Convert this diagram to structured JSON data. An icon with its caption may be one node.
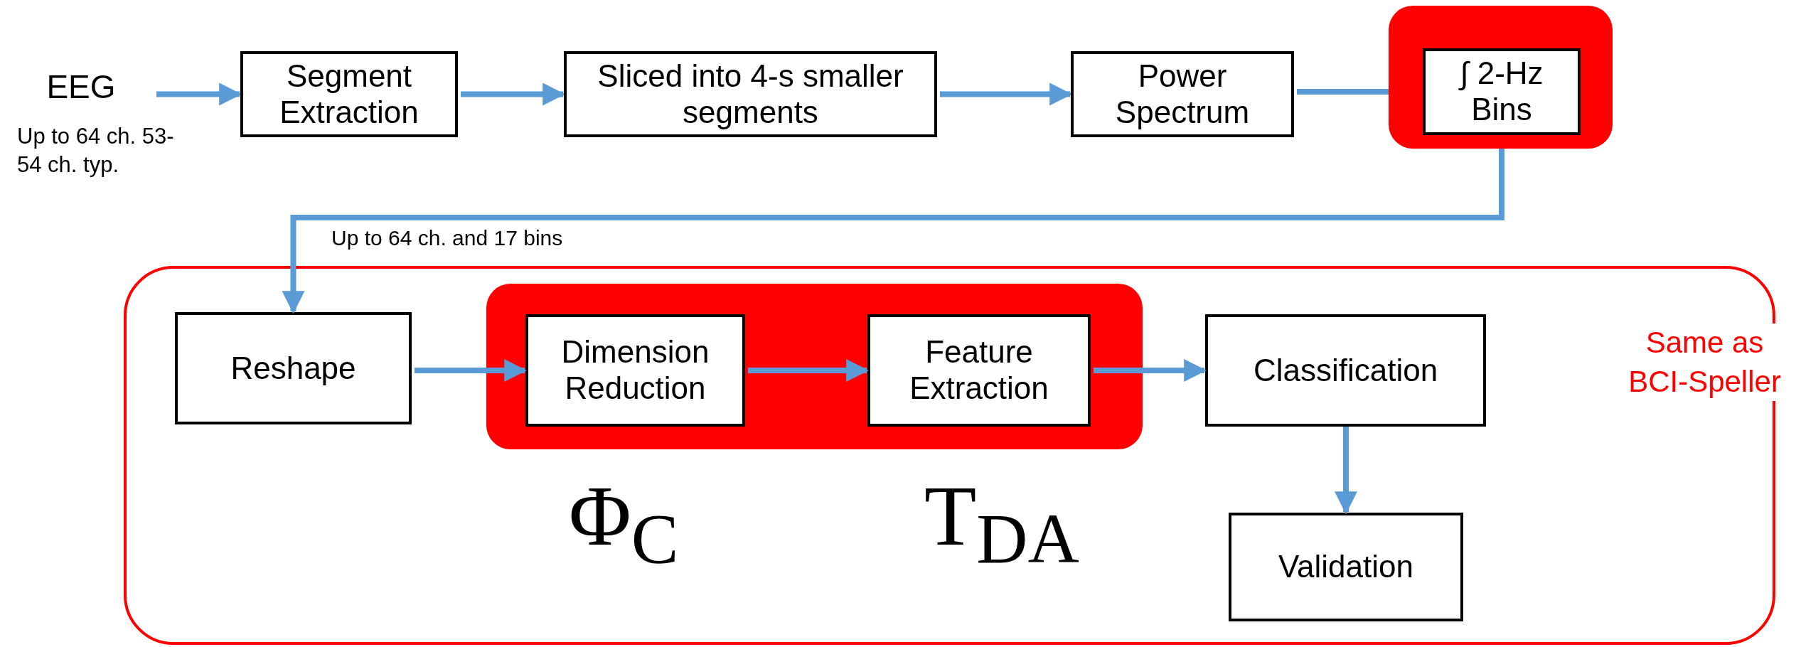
{
  "diagram": {
    "nodes": [
      {
        "text": [
          "EEG"
        ],
        "beside": [
          "Up to 64 ch. 53-54 ch. typ."
        ]
      },
      {
        "text": [
          "Segment Extraction"
        ]
      },
      {
        "text": [
          "Sliced into 4-s smaller segments"
        ]
      },
      {
        "text": [
          "Power Spectrum"
        ]
      },
      {
        "text": [],
        "shape": "box"
      },
      {
        "text": [
          "∫ 2-Hz Bins"
        ],
        "in": 4
      },
      {
        "text": [],
        "shape": "box"
      },
      {
        "text": [
          "Reshape"
        ],
        "in": 6
      },
      {
        "text": [],
        "shape": "box",
        "in": 6
      },
      {
        "text": [
          "Dimension Reduction"
        ],
        "in": 8
      },
      {
        "text": [
          "Feature Extraction"
        ],
        "in": 8
      },
      {
        "text": [
          "Classification"
        ],
        "in": 6
      },
      {
        "text": [
          "Validation"
        ],
        "in": 6
      }
    ],
    "edges": [
      {
        "from": 0,
        "to": 1,
        "arrow": "to"
      },
      {
        "from": 1,
        "to": 2,
        "arrow": "to"
      },
      {
        "from": 2,
        "to": 3,
        "arrow": "to"
      },
      {
        "from": 3,
        "to": 5,
        "arrow": "to"
      },
      {
        "from": 5,
        "to": 7,
        "arrow": "to",
        "label": "Up to 64 ch. and 17 bins"
      },
      {
        "from": 7,
        "to": 9,
        "arrow": "to"
      },
      {
        "from": 9,
        "to": 10,
        "arrow": "to"
      },
      {
        "from": 10,
        "to": 11,
        "arrow": "to"
      },
      {
        "from": 11,
        "to": 12,
        "arrow": "to"
      }
    ],
    "labels": [
      "Same as BCI-Speller",
      "Φ$_{C}$",
      "T$_{DA}$"
    ]
  }
}
